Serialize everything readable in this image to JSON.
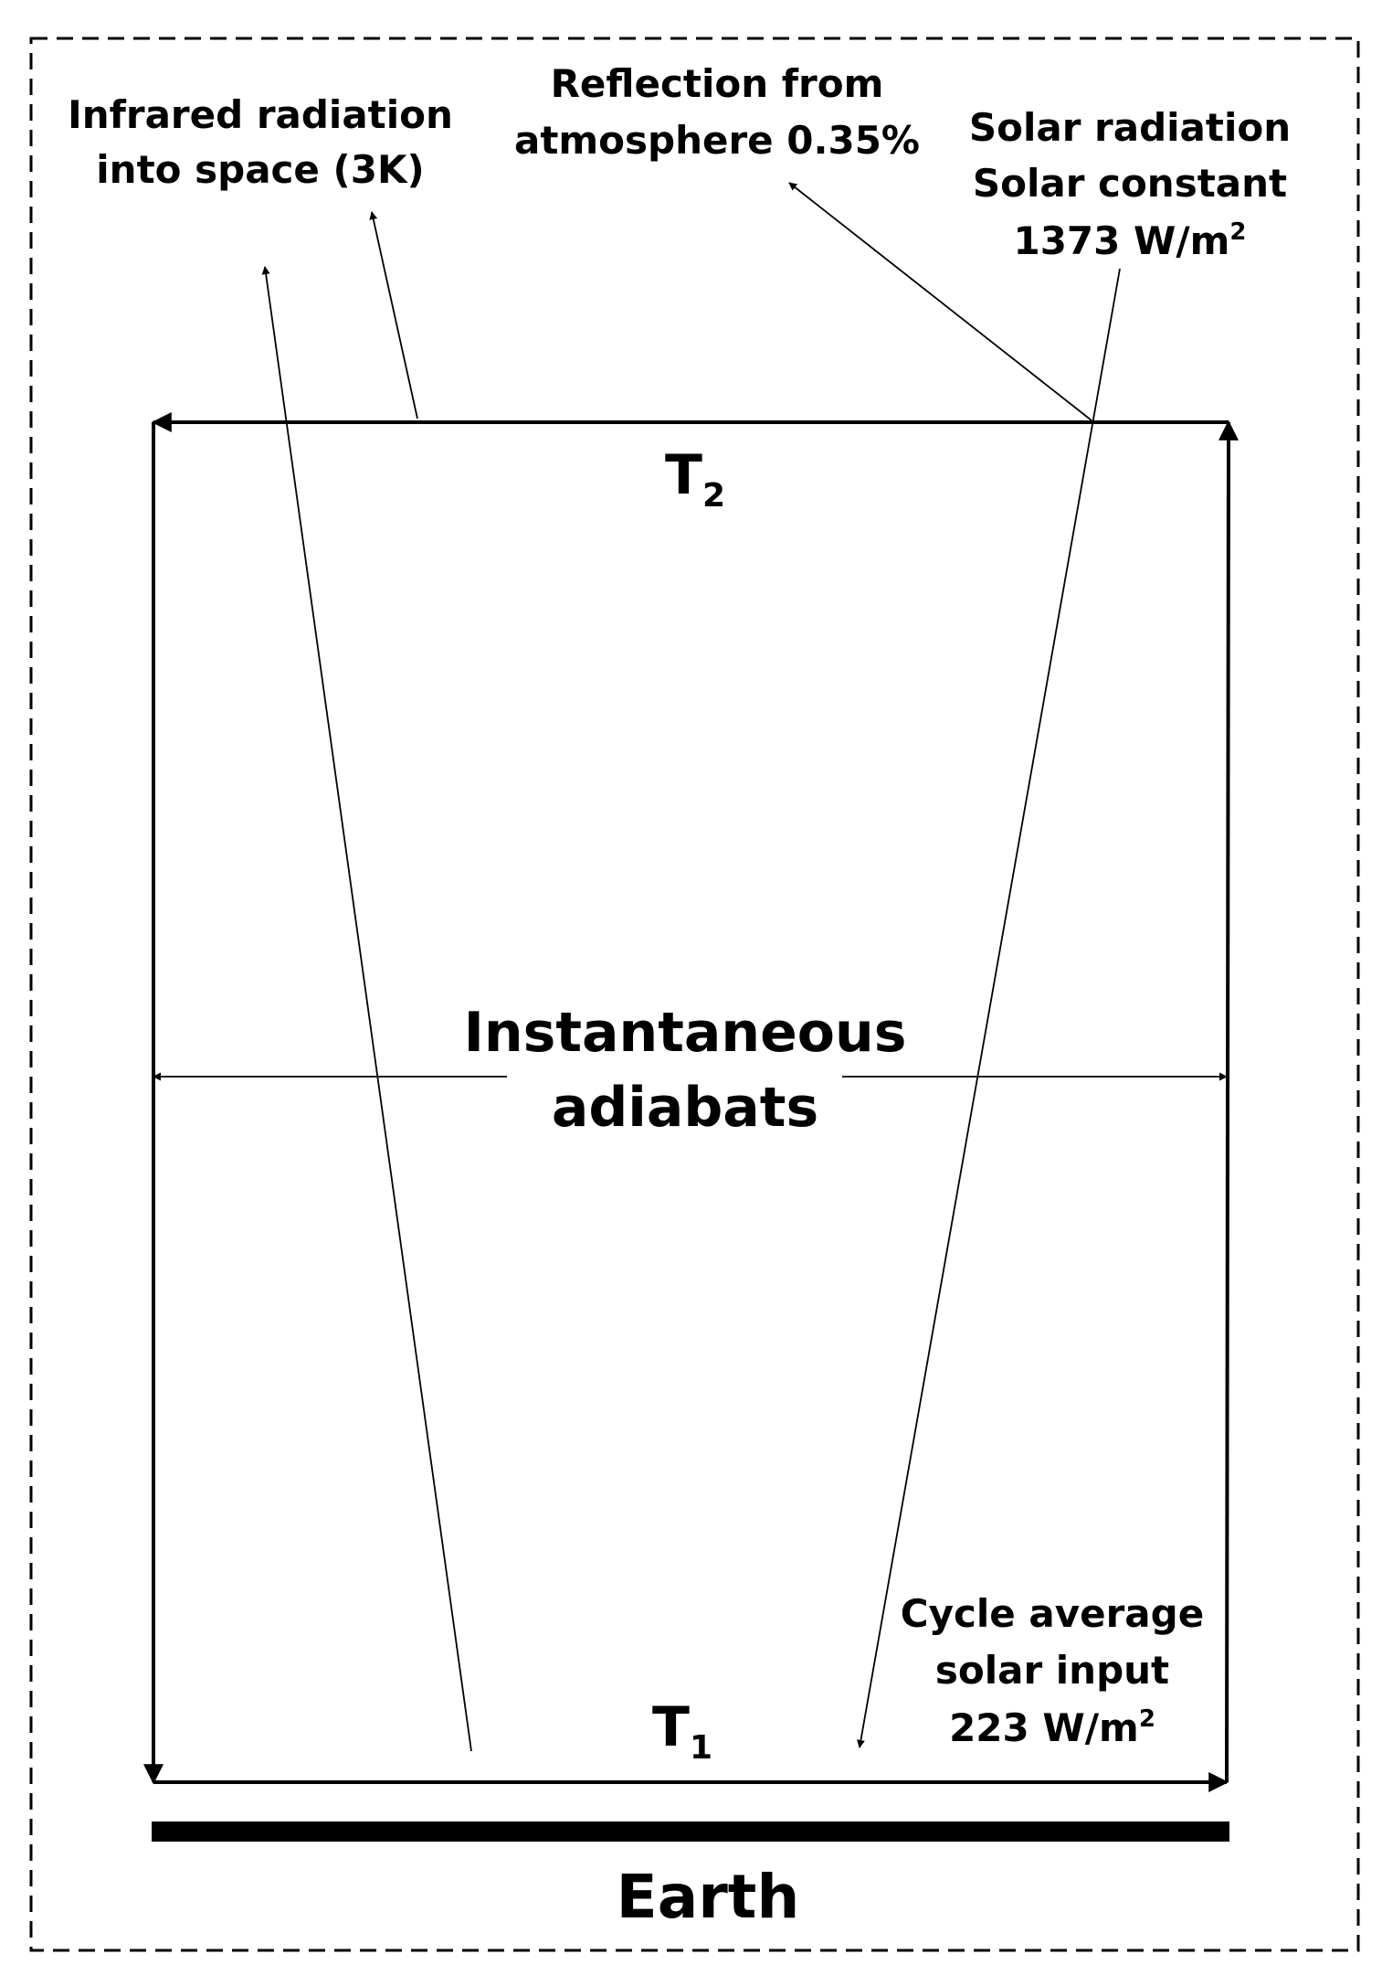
{
  "labels": {
    "infrared_line1": "Infrared radiation",
    "infrared_line2": "into space (3K)",
    "reflection_line1": "Reflection from",
    "reflection_line2": "atmosphere 0.35%",
    "solar_line1": "Solar radiation",
    "solar_line2": "Solar constant",
    "solar_line3_value": "1373 W/m",
    "solar_line3_sup": "2",
    "t2_main": "T",
    "t2_sub": "2",
    "t1_main": "T",
    "t1_sub": "1",
    "adiabats_line1": "Instantaneous",
    "adiabats_line2": "adiabats",
    "cycle_line1": "Cycle average",
    "cycle_line2": "solar input",
    "cycle_line3_value": "223 W/m",
    "cycle_line3_sup": "2",
    "earth": "Earth"
  },
  "colors": {
    "ink": "#000000",
    "background": "#ffffff"
  }
}
